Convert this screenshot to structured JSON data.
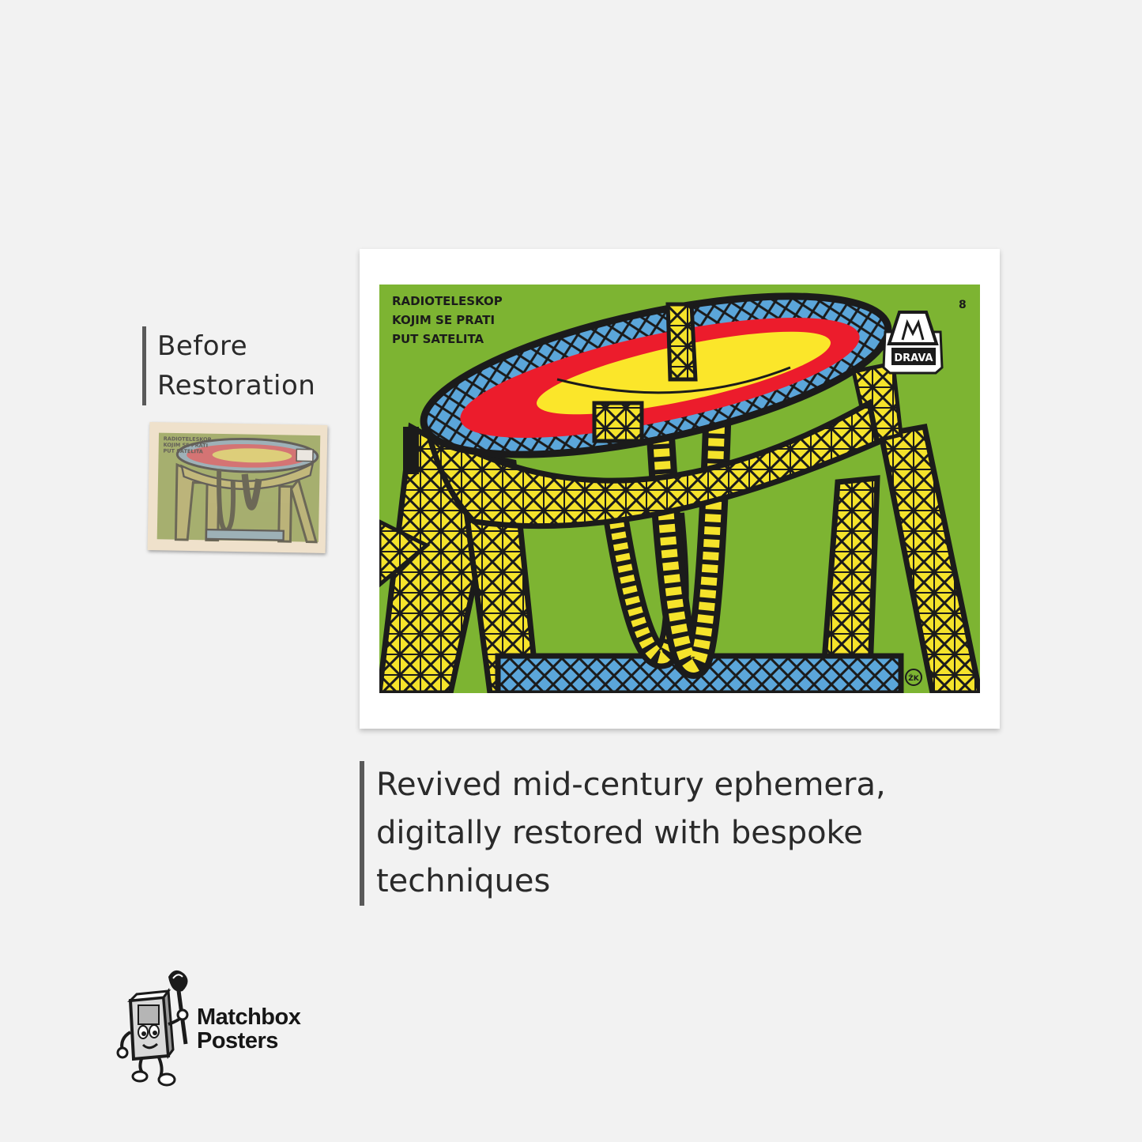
{
  "before_label": {
    "line1": "Before",
    "line2": "Restoration"
  },
  "artwork": {
    "text_line1": "RADIOTELESKOP",
    "text_line2": "KOJIM SE PRATI",
    "text_line3": "PUT SATELITA",
    "number": "8",
    "logo_text": "DRAVA",
    "signature": "ŽK",
    "colors": {
      "background": "#7db432",
      "dish_outer": "#ec1c2c",
      "dish_inner": "#fbe62a",
      "rim": "#5ba6da",
      "lattice": "#f5e32b",
      "ink": "#1b1b1b"
    }
  },
  "thumbnail": {
    "line1": "RADIOTELESKOP",
    "line2": "KOJIM SE PRATI",
    "line3": "PUT SATELITA"
  },
  "caption": {
    "line1": "Revived mid-century ephemera,",
    "line2": "digitally restored with bespoke",
    "line3": "techniques"
  },
  "brand": {
    "line1": "Matchbox",
    "line2": "Posters"
  }
}
